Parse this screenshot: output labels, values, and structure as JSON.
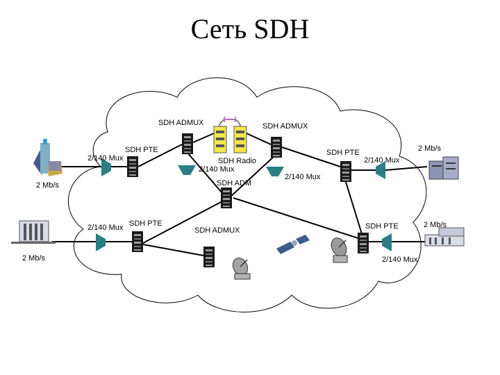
{
  "title": "Сеть SDH",
  "labels": {
    "admux_top_left": "SDH ADMUX",
    "admux_top_right": "SDH ADMUX",
    "pte_top_left": "SDH PTE",
    "mux_top_left": "2/140 Mux",
    "rate_left_top": "2 Mb/s",
    "radio": "SDH Radio",
    "mux_radio": "2/140 Mux",
    "adm": "SDH ADM",
    "pte_top_right": "SDH PTE",
    "mux_top_right": "2/140 Mux",
    "rate_right_top": "2 Mb/s",
    "mux_right_mid": "2/140 Mux",
    "mux_bottom_left": "2/140 Mux",
    "pte_bottom_left": "SDH PTE",
    "admux_bottom": "SDH ADMUX",
    "rate_left_bottom": "2 Mb/s",
    "pte_bottom_right": "SDH PTE",
    "rate_right_bottom": "2 Mb/s",
    "mux_bottom_right": "2/140 Mux"
  },
  "colors": {
    "node_body": "#1a1a1a",
    "mux_teal": "#2b7d86",
    "radio_yellow": "#f2e64a",
    "link": "#000000"
  }
}
